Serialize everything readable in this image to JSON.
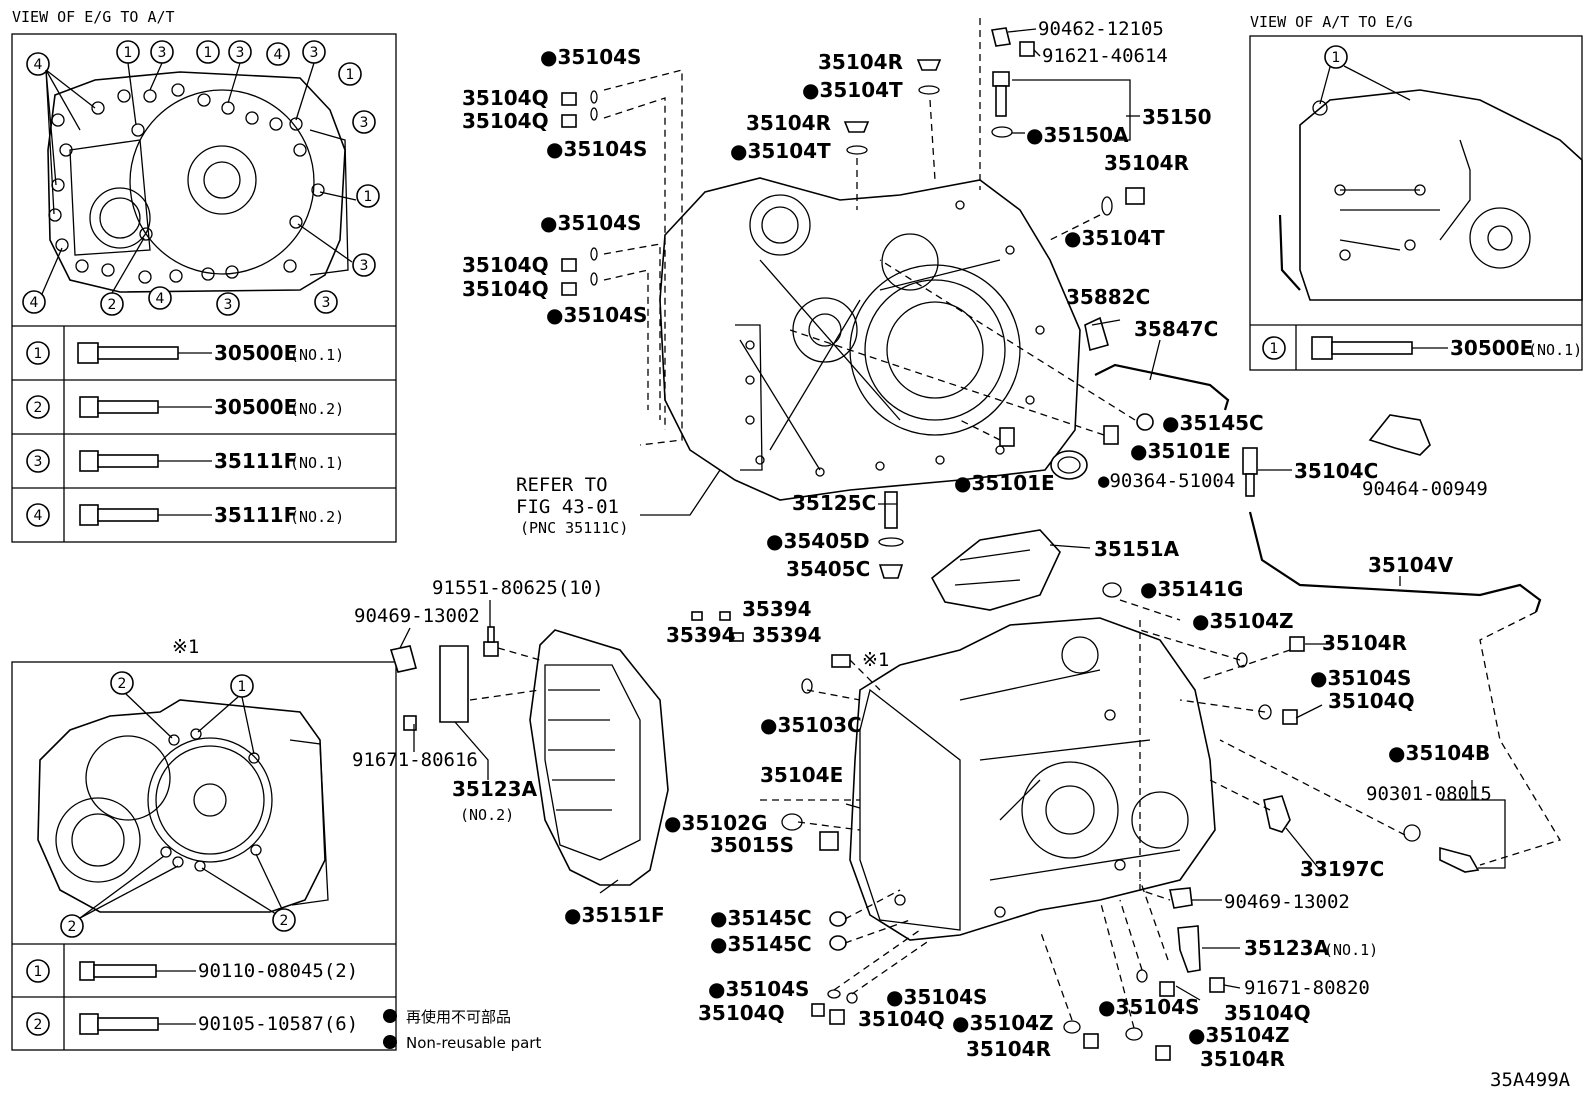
{
  "views": {
    "eg_to_at": {
      "title": "VIEW OF E/G TO A/T"
    },
    "at_to_eg": {
      "title": "VIEW OF A/T TO E/G"
    },
    "ref1": {
      "title": "※1"
    }
  },
  "bolt_table_left": [
    {
      "num": "1",
      "part": "30500E",
      "note": "(NO.1)"
    },
    {
      "num": "2",
      "part": "30500E",
      "note": "(NO.2)"
    },
    {
      "num": "3",
      "part": "35111F",
      "note": "(NO.1)"
    },
    {
      "num": "4",
      "part": "35111F",
      "note": "(NO.2)"
    }
  ],
  "bolt_table_right": [
    {
      "num": "1",
      "part": "30500E",
      "note": "(NO.1)"
    }
  ],
  "bolt_table_ref1": [
    {
      "num": "1",
      "part": "90110-08045(2)"
    },
    {
      "num": "2",
      "part": "90105-10587(6)"
    }
  ],
  "callouts": {
    "c01": "●35104S",
    "c02": "35104Q",
    "c03": "35104Q",
    "c04": "●35104S",
    "c05": "●35104S",
    "c06": "35104Q",
    "c07": "35104Q",
    "c08": "●35104S",
    "c09": "35104R",
    "c10": "●35104T",
    "c11": "35104R",
    "c12": "●35104T",
    "c13": "90462-12105",
    "c14": "91621-40614",
    "c15": "35150",
    "c16": "●35150A",
    "c17": "35104R",
    "c18": "●35104T",
    "c19": "35882C",
    "c20": "35847C",
    "c21": "●35145C",
    "c22": "●35101E",
    "c23": "●35101E",
    "c24": "●90364-51004",
    "c25": "35104C",
    "c26": "90464-00949",
    "c27": "35125C",
    "c28": "●35405D",
    "c29": "35405C",
    "c30": "35151A",
    "c31": "●35141G",
    "c32": "35104V",
    "c33": "●35104Z",
    "c34": "35104R",
    "c35": "●35104S",
    "c36": "35104Q",
    "c37": "●35104B",
    "c38": "90301-08015",
    "c39": "33197C",
    "c40": "91551-80625(10)",
    "c41": "90469-13002",
    "c42": "91671-80616",
    "c43": "35123A",
    "c44": "(NO.2)",
    "c45": "35394",
    "c46": "35394",
    "c47": "35394",
    "c48": "※1",
    "c49": "●35103C",
    "c50": "35104E",
    "c51": "●35102G",
    "c52": "35015S",
    "c53": "●35151F",
    "c54": "●35145C",
    "c55": "●35145C",
    "c56": "●35104S",
    "c57": "35104Q",
    "c58": "35104Q",
    "c59": "●35104S",
    "c60": "●35104Z",
    "c61": "35104R",
    "c62": "●35104S",
    "c63": "35104Q",
    "c64": "●35104Z",
    "c65": "35104R",
    "c66": "90469-13002",
    "c67": "35123A",
    "c68": "(NO.1)",
    "c69": "91671-80820"
  },
  "refer": {
    "line1": "REFER TO",
    "line2": "FIG 43-01",
    "line3": "(PNC 35111C)"
  },
  "legend": {
    "jp": "再使用不可部品",
    "en": "Non-reusable part"
  },
  "figure_code": "35A499A"
}
